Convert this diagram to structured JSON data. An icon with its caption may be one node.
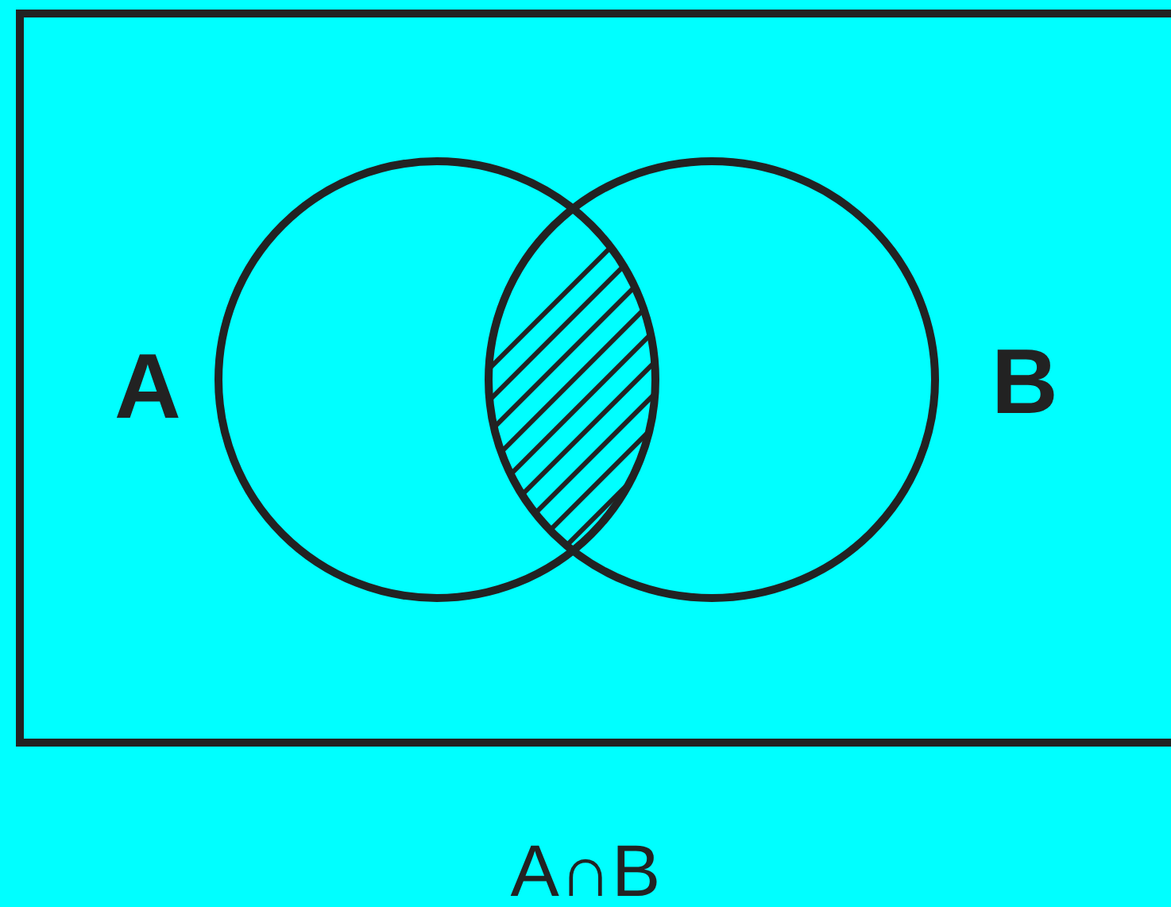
{
  "diagram": {
    "caption": "A∩B",
    "nodes": [
      {
        "text": [],
        "shape": "box"
      },
      {
        "text": [],
        "shape": "circle",
        "in": 0,
        "beside": [
          "A"
        ]
      },
      {
        "text": [],
        "shape": "circle",
        "in": 0,
        "beside": [
          "B"
        ]
      }
    ]
  }
}
